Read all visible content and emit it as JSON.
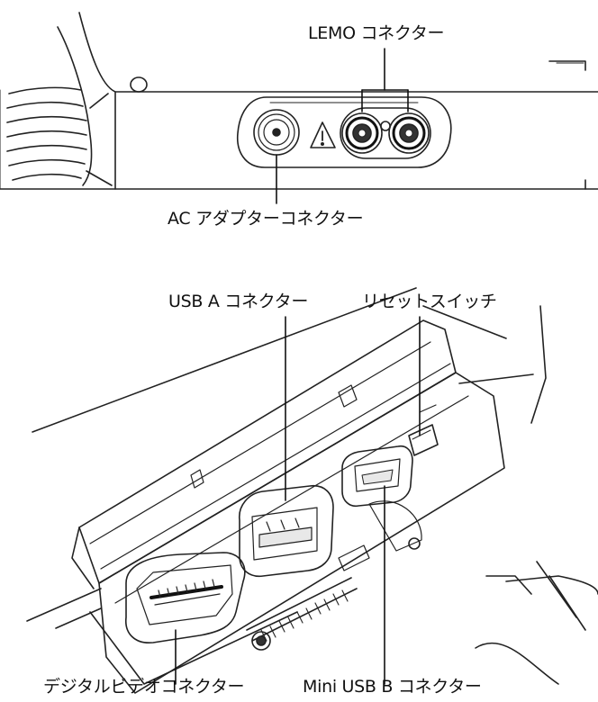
{
  "labels": {
    "lemo": "LEMO コネクター",
    "ac_adapter": "AC アダプターコネクター",
    "usb_a": "USB A コネクター",
    "reset_switch": "リセットスイッチ",
    "digital_video": "デジタルビデオコネクター",
    "mini_usb_b": "Mini USB B コネクター"
  },
  "colors": {
    "line": "#111111",
    "outline": "#222222",
    "fill": "#ffffff",
    "shade": "#e8e8e8"
  }
}
